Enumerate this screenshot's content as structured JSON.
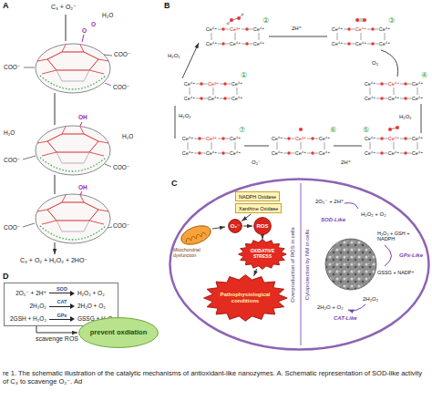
{
  "diagram": {
    "caption": "re 1. The schematic illustration of the catalytic mechanisms of antioxidant-like nanozymes. A. Schematic representation of SOD-like activity of C₃ to scavenge O₂⁻. Ad",
    "nodes": [
      {
        "text": [
          "Overproduction of ROS in cells",
          "Cytoprotection by NM in cells"
        ]
      },
      {
        "text": [
          "NADPH Oxidase"
        ],
        "in": 0
      },
      {
        "text": [
          "Xanthine Oxidase"
        ],
        "in": 0
      },
      {
        "text": [
          "O₂⁻"
        ],
        "in": 0
      },
      {
        "text": [
          "ROS"
        ],
        "in": 0
      },
      {
        "text": [
          "OXIDATIVE STRESS"
        ],
        "in": 0
      },
      {
        "text": [
          "Pathophysiological conditions"
        ],
        "in": 0
      },
      {
        "text": [
          "2O₂⁻ + 2H⁺",
          "SOD",
          "H₂O₂ + O₂",
          "2H₂O₂",
          "CAT",
          "2H₂O + O₂",
          "2GSH + H₂O₂",
          "GPx",
          "GSSG + H₂O"
        ]
      },
      {
        "text": [
          "prevent oxdiation"
        ]
      }
    ],
    "edges": [
      {
        "from": 2,
        "to": 3,
        "arrow": "to"
      },
      {
        "from": 3,
        "to": 4,
        "arrow": "to"
      },
      {
        "from": 4,
        "to": 5,
        "arrow": "to"
      },
      {
        "from": 5,
        "to": 6,
        "arrow": "to"
      },
      {
        "from": 7,
        "to": 8,
        "label": "scavenge ROS",
        "arrow": "to"
      }
    ],
    "labels": [
      "A",
      "C₃ + O₂⁻",
      "O",
      "O",
      "H₂O",
      "COO⁻",
      "COO⁻",
      "COO⁻",
      "H₂O",
      "OH",
      "H₂O",
      "COO⁻",
      "COO⁻",
      "OH",
      "COO⁻",
      "COO⁻",
      "C₃ + O₂ + H₂O₂ + 2HO⁻",
      "B",
      "①",
      "Ce⁴⁺",
      "Ce³⁺",
      "Ce⁴⁺",
      "Ce⁴⁺",
      "Ce⁴⁺",
      "Ce⁴⁺",
      "②",
      "Ce⁴⁺",
      "Ce³⁺",
      "Ce⁴⁺",
      "Ce⁴⁺",
      "Ce⁴⁺",
      "Ce⁴⁺",
      "③",
      "Ce⁴⁺",
      "Ce⁴⁺",
      "Ce⁴⁺",
      "Ce⁴⁺",
      "Ce⁴⁺",
      "Ce⁴⁺",
      "④",
      "Ce⁴⁺",
      "Ce⁴⁺",
      "Ce⁴⁺",
      "Ce⁴⁺",
      "Ce⁴⁺",
      "Ce⁴⁺",
      "⑤",
      "Ce⁴⁺",
      "Ce⁴⁺",
      "Ce⁴⁺",
      "Ce⁴⁺",
      "Ce⁴⁺",
      "Ce⁴⁺",
      "⑥",
      "Ce⁴⁺",
      "Ce³⁺",
      "Ce⁴⁺",
      "Ce⁴⁺",
      "Ce⁴⁺",
      "Ce⁴⁺",
      "⑦",
      "Ce⁴⁺",
      "Ce³⁺",
      "Ce⁴⁺",
      "Ce⁴⁺",
      "Ce⁴⁺",
      "Ce⁴⁺",
      "2H⁺",
      "O₂",
      "H₂O₂",
      "2H⁺",
      "O₂⁻",
      "H₂O₂",
      "H₂O₂",
      "C",
      "Mitochondrial dysfunction",
      "2O₂⁻ + 2H⁺",
      "SOD-Like",
      "H₂O₂ + O₂",
      "H₂O₂ + GSH + NADPH",
      "GPx-Like",
      "GSSG + NADP⁺",
      "2H₂O₂",
      "CAT-Like",
      "2H₂O + O₂",
      "D"
    ]
  }
}
